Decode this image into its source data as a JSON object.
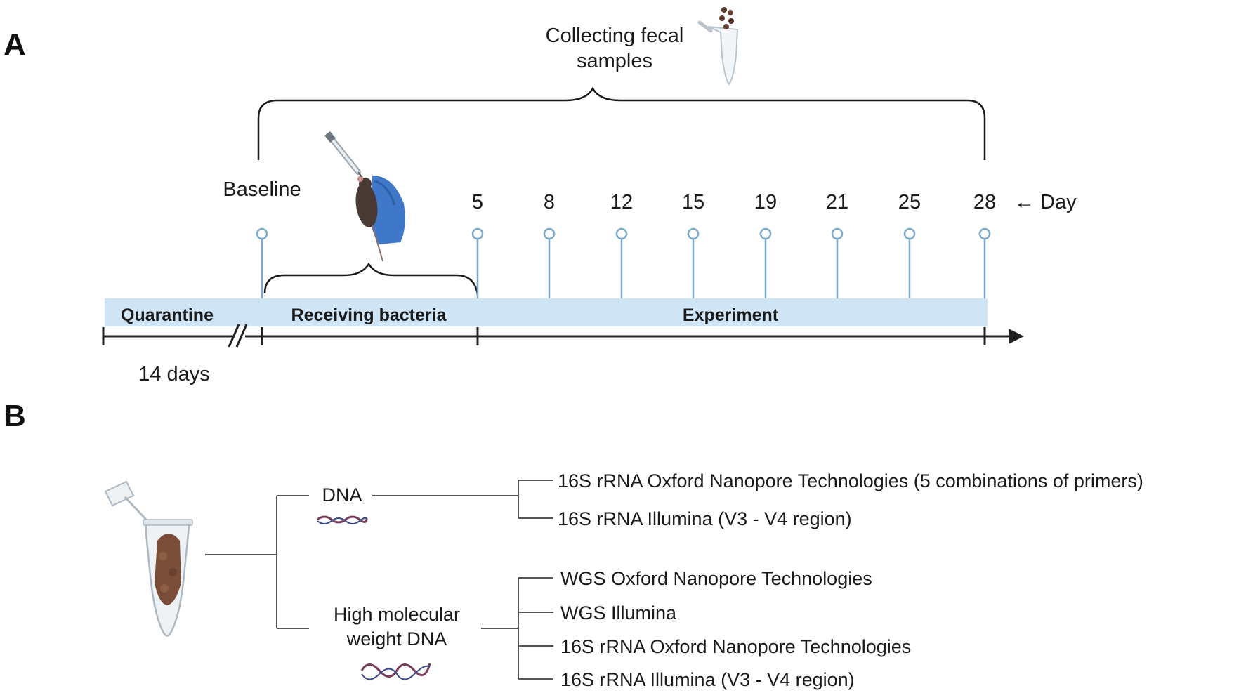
{
  "panel_a": {
    "label": "A",
    "fecal_label_line1": "Collecting fecal",
    "fecal_label_line2": "samples",
    "baseline_label": "Baseline",
    "day_marker": "← Day",
    "duration_label": "14 days",
    "phases": {
      "quarantine": "Quarantine",
      "receiving": "Receiving bacteria",
      "experiment": "Experiment"
    },
    "days": [
      "5",
      "8",
      "12",
      "15",
      "19",
      "21",
      "25",
      "28"
    ],
    "colors": {
      "bar_fill": "#cfe5f5",
      "stem": "#7ba9c8",
      "axis": "#222222"
    },
    "icons": [
      "syringe-mouse-hand-icon",
      "sample-tube-with-pellets-icon"
    ]
  },
  "panel_b": {
    "label": "B",
    "dna_label": "DNA",
    "hmw_label_line1": "High molecular",
    "hmw_label_line2": "weight DNA",
    "dna_outputs": [
      "16S rRNA Oxford Nanopore Technologies (5 combinations of primers)",
      "16S rRNA Illumina (V3 - V4 region)"
    ],
    "hmw_outputs": [
      "WGS Oxford Nanopore Technologies",
      "WGS Illumina",
      "16S rRNA Oxford Nanopore Technologies",
      "16S rRNA Illumina (V3 - V4 region)"
    ],
    "icons": [
      "fecal-sample-tube-icon",
      "dna-strand-icon",
      "hmw-dna-strand-icon"
    ]
  }
}
